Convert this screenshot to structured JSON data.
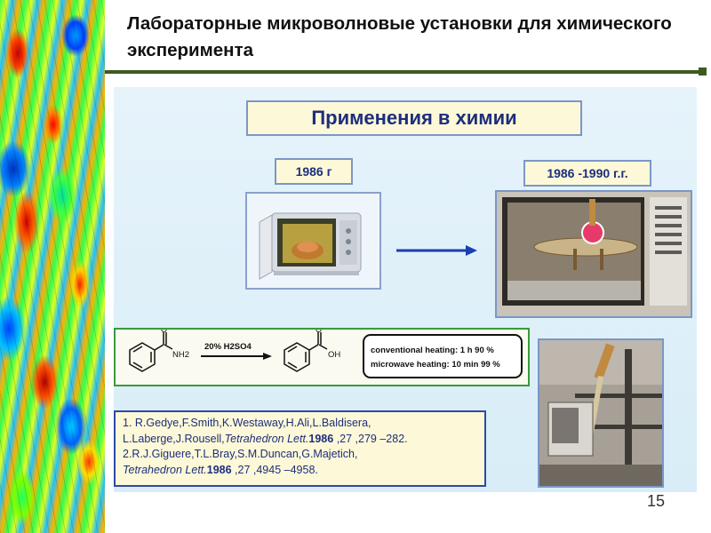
{
  "slide": {
    "title": "Лабораторные микроволновые установки для химического эксперимента",
    "heading": "Применения в химии",
    "year_left": "1986 г",
    "year_right": "1986 -1990 г.г.",
    "page_number": "15"
  },
  "reaction": {
    "reactant_label": "NH2",
    "reagent_label": "20% H2SO4",
    "product_label": "OH",
    "conditions": {
      "line1": "conventional heating: 1 h   90 %",
      "line2": "microwave heating: 10 min 99 %"
    }
  },
  "references": {
    "line1": "1.   R.Gedye,F.Smith,K.Westaway,H.Ali,L.Baldisera,",
    "line2_a": "L.Laberge,J.Rousell,",
    "line2_journal": "Tetrahedron Lett.",
    "line2_year": "1986",
    "line2_b": " ,27 ,279 –282.",
    "line3": "2.R.J.Giguere,T.L.Bray,S.M.Duncan,G.Majetich,",
    "line4_journal": "Tetrahedron Lett.",
    "line4_year": "1986",
    "line4_b": " ,27 ,4945 –4958."
  },
  "colors": {
    "title_rule": "#3d5a20",
    "box_border": "#7b96c8",
    "box_fill": "#fdf9d8",
    "heading_text": "#1d2e7c",
    "chem_border": "#3a9a3a",
    "ref_border": "#2d49a8",
    "arrow": "#1a3fb0"
  }
}
